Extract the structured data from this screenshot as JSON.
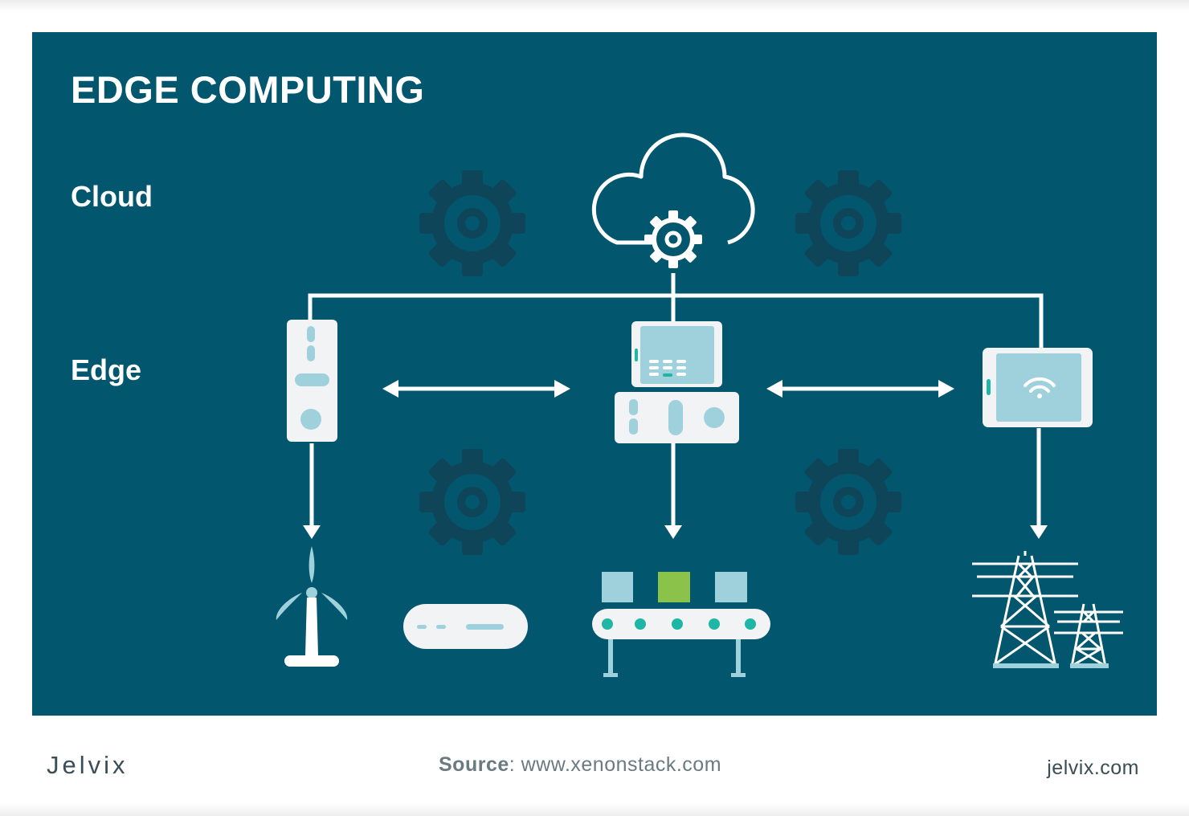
{
  "title": "EDGE COMPUTING",
  "layers": {
    "cloud": "Cloud",
    "edge": "Edge"
  },
  "footer": {
    "brand": "Jelvix",
    "source_label": "Source",
    "source_value": ": www.xenonstack.com",
    "site": "jelvix.com"
  },
  "colors": {
    "background": "#02566d",
    "gear_watermark": "#0f4559",
    "line": "#ffffff",
    "device_light": "#f1f3f5",
    "screen": "#9fd1dc",
    "accent_teal": "#1fb6a6",
    "accent_green": "#8bc34a"
  },
  "icons": {
    "cloud": "cloud-gear-icon",
    "edge_left": "server-tower-icon",
    "edge_center": "computer-station-icon",
    "edge_right": "tablet-wifi-icon",
    "device_1": "wind-turbine-icon",
    "device_2": "router-icon",
    "device_3": "conveyor-belt-icon",
    "device_4": "power-tower-icon"
  }
}
